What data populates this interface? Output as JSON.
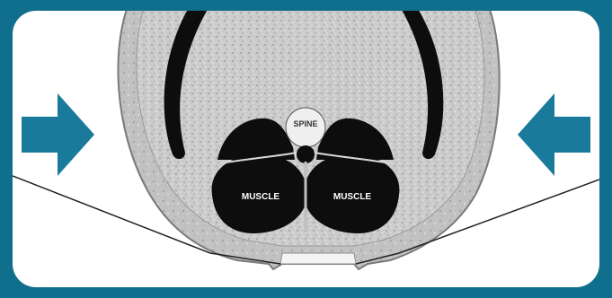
{
  "labels": {
    "spine": "SPINE",
    "muscle_left": "MUSCLE",
    "muscle_right": "MUSCLE"
  },
  "colors": {
    "frame": "#0f6f8c",
    "panel": "#ffffff",
    "arrow": "#1a7a9c",
    "body_fill": "#c9c9c9",
    "fat_layer": "#bdbdbd",
    "dark_tissue": "#0d0d0d"
  },
  "icons": {
    "left_arrow": "arrow-right-icon",
    "right_arrow": "arrow-left-icon"
  }
}
